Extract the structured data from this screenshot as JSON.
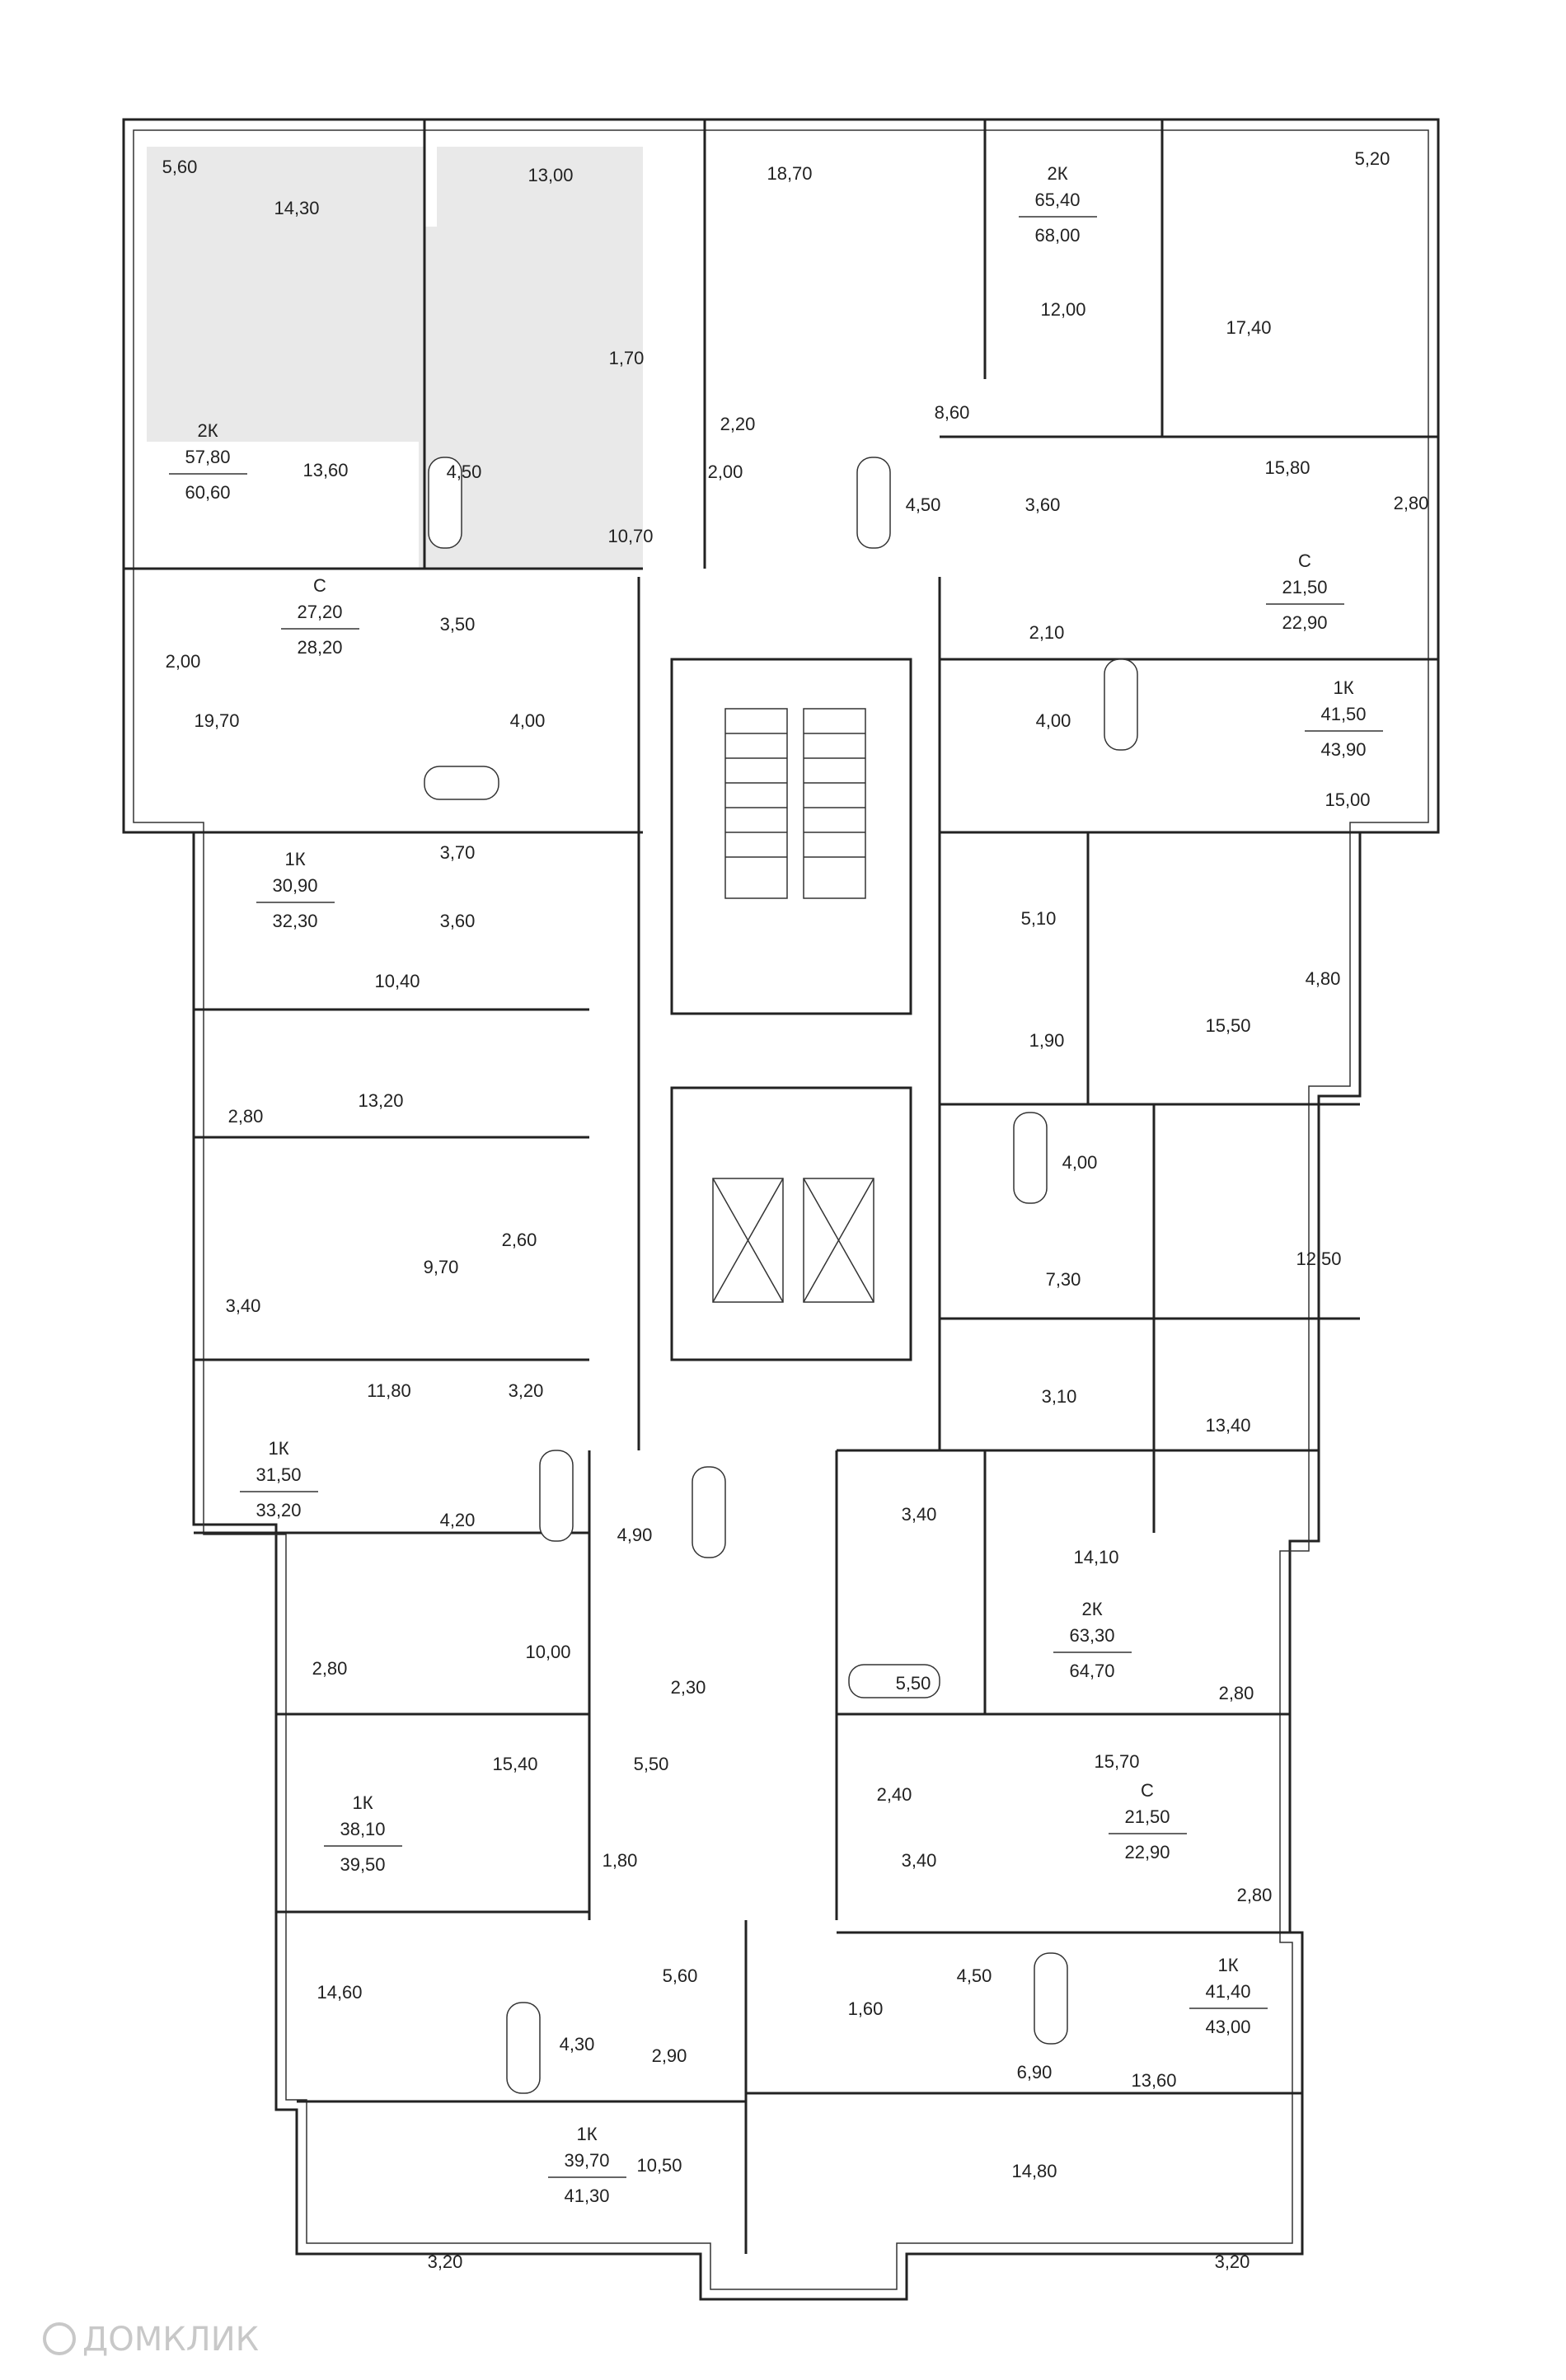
{
  "watermark": {
    "text": "ДОМКЛИК"
  },
  "colors": {
    "highlight": "#e9e9e9",
    "wall": "#222222",
    "line": "#333333"
  },
  "apartments": [
    {
      "type": "2К",
      "living": "57,80",
      "total": "60,60",
      "highlight": true
    },
    {
      "type": "2К",
      "living": "65,40",
      "total": "68,00"
    },
    {
      "type": "С",
      "living": "21,50",
      "total": "22,90"
    },
    {
      "type": "С",
      "living": "27,20",
      "total": "28,20"
    },
    {
      "type": "1К",
      "living": "41,50",
      "total": "43,90"
    },
    {
      "type": "1К",
      "living": "30,90",
      "total": "32,30"
    },
    {
      "type": "1К",
      "living": "31,50",
      "total": "33,20"
    },
    {
      "type": "2К",
      "living": "63,30",
      "total": "64,70"
    },
    {
      "type": "1К",
      "living": "38,10",
      "total": "39,50"
    },
    {
      "type": "С",
      "living": "21,50",
      "total": "22,90"
    },
    {
      "type": "1К",
      "living": "41,40",
      "total": "43,00"
    },
    {
      "type": "1К",
      "living": "39,70",
      "total": "41,30"
    }
  ],
  "rooms": [
    "5,60",
    "14,30",
    "13,00",
    "1,70",
    "13,60",
    "4,50",
    "10,70",
    "18,70",
    "2,20",
    "2,00",
    "12,00",
    "8,60",
    "4,50",
    "3,60",
    "17,40",
    "5,20",
    "15,80",
    "2,80",
    "2,00",
    "19,70",
    "3,50",
    "4,00",
    "2,10",
    "4,00",
    "15,00",
    "3,70",
    "3,60",
    "10,40",
    "5,10",
    "4,80",
    "15,50",
    "1,90",
    "2,80",
    "13,20",
    "4,00",
    "12,50",
    "3,40",
    "9,70",
    "2,60",
    "7,30",
    "11,80",
    "3,20",
    "4,20",
    "3,10",
    "13,40",
    "4,90",
    "3,40",
    "14,10",
    "2,80",
    "10,00",
    "2,30",
    "5,50",
    "2,80",
    "15,40",
    "5,50",
    "2,40",
    "15,70",
    "1,80",
    "3,40",
    "2,80",
    "14,60",
    "5,60",
    "4,50",
    "1,60",
    "4,30",
    "2,90",
    "6,90",
    "13,60",
    "10,50",
    "14,80",
    "3,20",
    "3,20"
  ]
}
